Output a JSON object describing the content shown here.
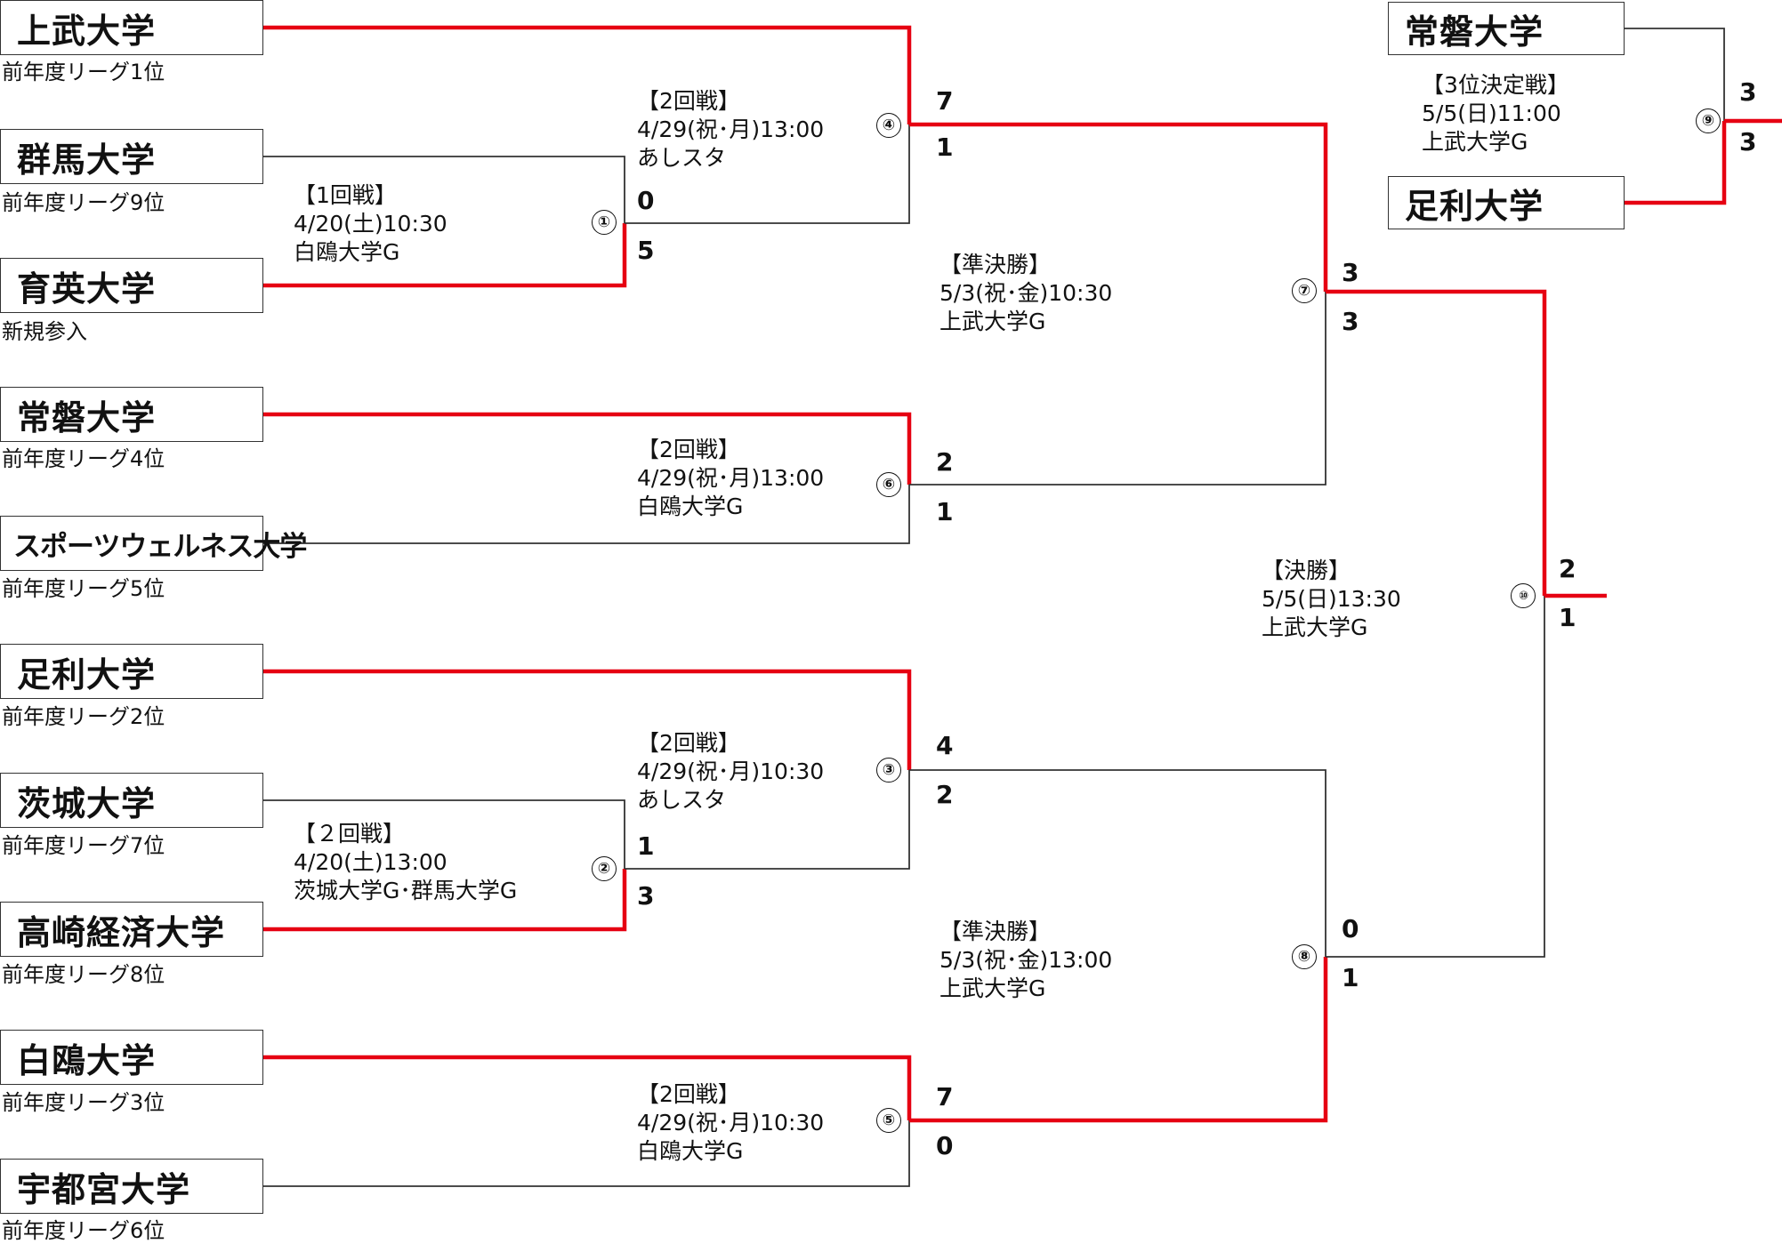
{
  "teams": [
    {
      "name": "上武大学",
      "note": "前年度リーグ1位"
    },
    {
      "name": "群馬大学",
      "note": "前年度リーグ9位"
    },
    {
      "name": "育英大学",
      "note": "新規参入"
    },
    {
      "name": "常磐大学",
      "note": "前年度リーグ4位"
    },
    {
      "name": "スポーツウェルネス大学",
      "note": "前年度リーグ5位"
    },
    {
      "name": "足利大学",
      "note": "前年度リーグ2位"
    },
    {
      "name": "茨城大学",
      "note": "前年度リーグ7位"
    },
    {
      "name": "高崎経済大学",
      "note": "前年度リーグ8位"
    },
    {
      "name": "白鴎大学",
      "note": "前年度リーグ3位"
    },
    {
      "name": "宇都宮大学",
      "note": "前年度リーグ6位"
    }
  ],
  "third_place_teams": [
    "常磐大学",
    "足利大学"
  ],
  "matches": {
    "m1": {
      "number": "①",
      "round": "【1回戦】",
      "datetime": "4/20(土)10:30",
      "venue": "白鴎大学G",
      "score_top": "0",
      "score_bottom": "5"
    },
    "m2": {
      "number": "②",
      "round": "【２回戦】",
      "datetime": "4/20(土)13:00",
      "venue": "茨城大学G･群馬大学G",
      "score_top": "1",
      "score_bottom": "3"
    },
    "m3": {
      "number": "③",
      "round": "【2回戦】",
      "datetime": "4/29(祝･月)10:30",
      "venue": "あしスタ",
      "score_top": "4",
      "score_bottom": "2"
    },
    "m4": {
      "number": "④",
      "round": "【2回戦】",
      "datetime": "4/29(祝･月)13:00",
      "venue": "あしスタ",
      "score_top": "7",
      "score_bottom": "1"
    },
    "m5": {
      "number": "⑤",
      "round": "【2回戦】",
      "datetime": "4/29(祝･月)10:30",
      "venue": "白鴎大学G",
      "score_top": "7",
      "score_bottom": "0"
    },
    "m6": {
      "number": "⑥",
      "round": "【2回戦】",
      "datetime": "4/29(祝･月)13:00",
      "venue": "白鴎大学G",
      "score_top": "2",
      "score_bottom": "1"
    },
    "m7": {
      "number": "⑦",
      "round": "【準決勝】",
      "datetime": "5/3(祝･金)10:30",
      "venue": "上武大学G",
      "score_top": "3",
      "score_bottom": "3"
    },
    "m8": {
      "number": "⑧",
      "round": "【準決勝】",
      "datetime": "5/3(祝･金)13:00",
      "venue": "上武大学G",
      "score_top": "0",
      "score_bottom": "1"
    },
    "m9": {
      "number": "⑨",
      "round": "【3位決定戦】",
      "datetime": "5/5(日)11:00",
      "venue": "上武大学G",
      "score_top": "3",
      "score_bottom": "3"
    },
    "m10": {
      "number": "⑩",
      "round": "【決勝】",
      "datetime": "5/5(日)13:30",
      "venue": "上武大学G",
      "score_top": "2",
      "score_bottom": "1"
    }
  },
  "colors": {
    "winner_line": "#e60012",
    "loser_line": "#333333",
    "box_border": "#333333"
  }
}
